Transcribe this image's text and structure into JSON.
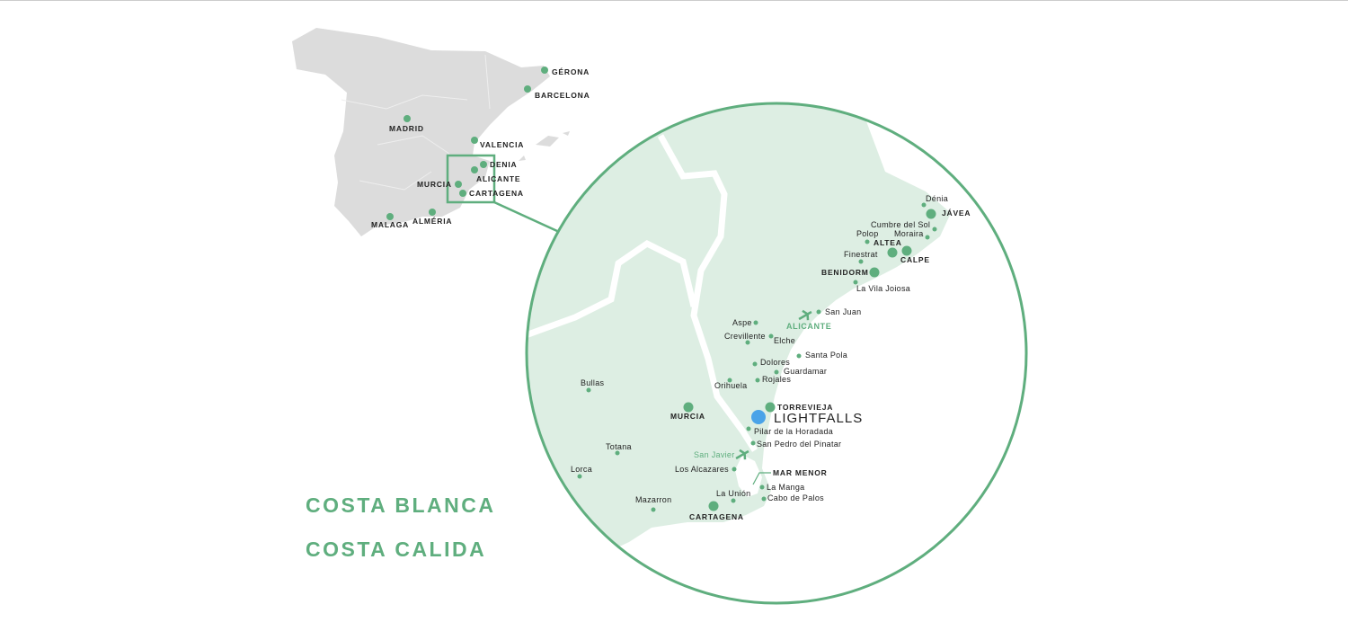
{
  "colors": {
    "land_spain": "#dcdcdc",
    "land_region": "#ddeee3",
    "accent": "#5fae7e",
    "highlight": "#4aa3e8"
  },
  "overview_map": {
    "cities": [
      "GÉRONA",
      "BARCELONA",
      "MADRID",
      "VALENCIA",
      "DENIA",
      "ALICANTE",
      "MURCIA",
      "CARTAGENA",
      "MALAGA",
      "ALMÉRIA"
    ]
  },
  "detail_map": {
    "highlight": "LIGHTFALLS",
    "major_towns": [
      "JÁVEA",
      "ALTEA",
      "CALPE",
      "BENIDORM",
      "TORREVIEJA",
      "MURCIA",
      "CARTAGENA"
    ],
    "towns": [
      "Dénia",
      "Cumbre del Sol",
      "Moraira",
      "Polop",
      "Finestrat",
      "La Vila Joiosa",
      "San Juan",
      "Aspe",
      "Crevillente",
      "Elche",
      "Santa Pola",
      "Dolores",
      "Guardamar",
      "Orihuela",
      "Rojales",
      "Bullas",
      "Pilar de la Horadada",
      "San Pedro del Pinatar",
      "Totana",
      "Los Alcazares",
      "Lorca",
      "La Manga",
      "La Unión",
      "Cabo de Palos",
      "Mazarron"
    ],
    "airports": [
      "ALICANTE",
      "San Javier"
    ],
    "water": "MAR MENOR"
  },
  "legend": [
    "COSTA BLANCA",
    "COSTA CALIDA"
  ]
}
